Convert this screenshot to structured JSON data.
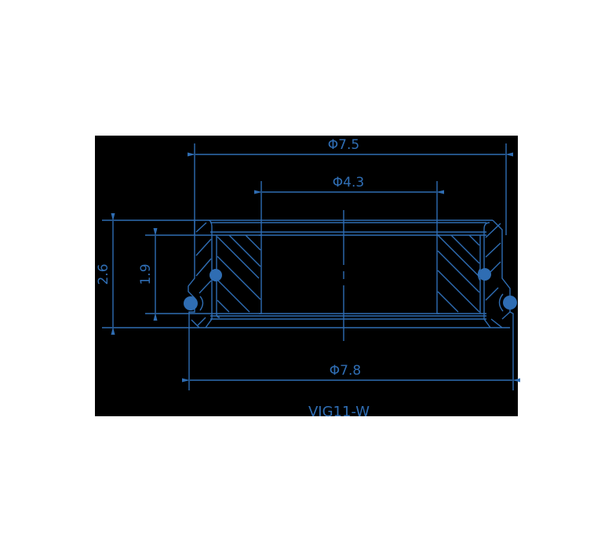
{
  "drawing": {
    "part_number": "VIG11-W",
    "accent_color": "#2f6db3",
    "background_color": "#000000",
    "dimensions": {
      "outer_top_diameter": "Φ7.5",
      "inner_diameter": "Φ4.3",
      "outer_bottom_diameter": "Φ7.8",
      "total_height": "2.6",
      "inner_height": "1.9"
    }
  }
}
